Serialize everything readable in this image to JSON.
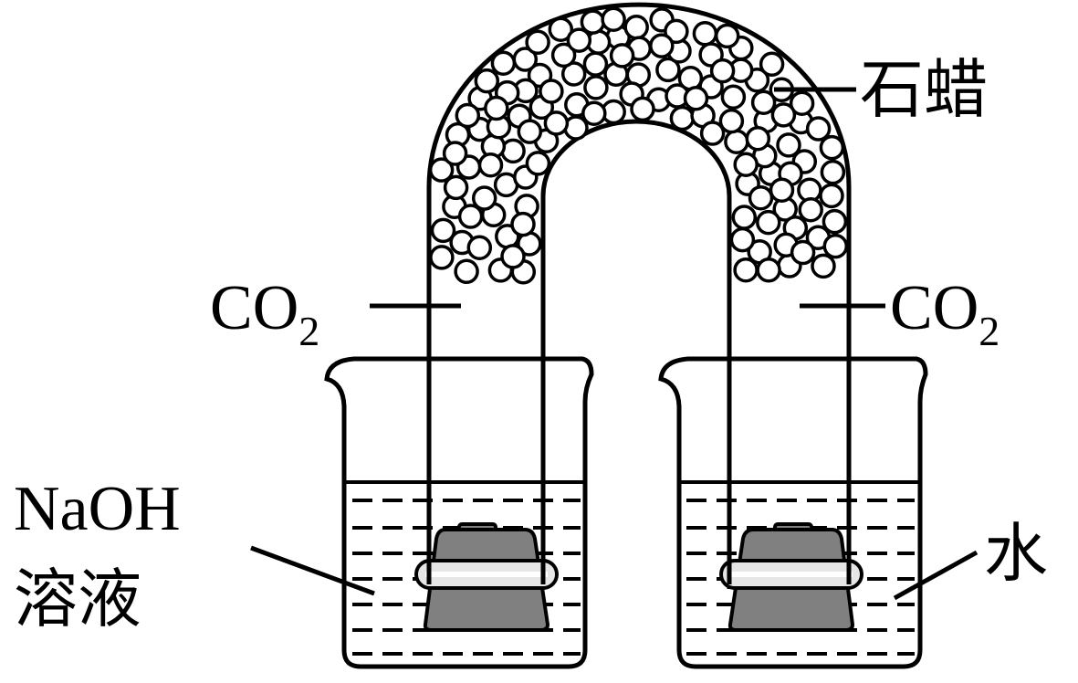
{
  "labels": {
    "wax": "石蜡",
    "co2_left_main": "CO",
    "co2_left_sub": "2",
    "co2_right_main": "CO",
    "co2_right_sub": "2",
    "naoh_line1": "NaOH",
    "naoh_line2": "溶液",
    "water": "水"
  },
  "colors": {
    "stroke": "#000000",
    "weight_fill": "#808080",
    "band_fill": "#e6e6e6",
    "background": "#ffffff"
  }
}
